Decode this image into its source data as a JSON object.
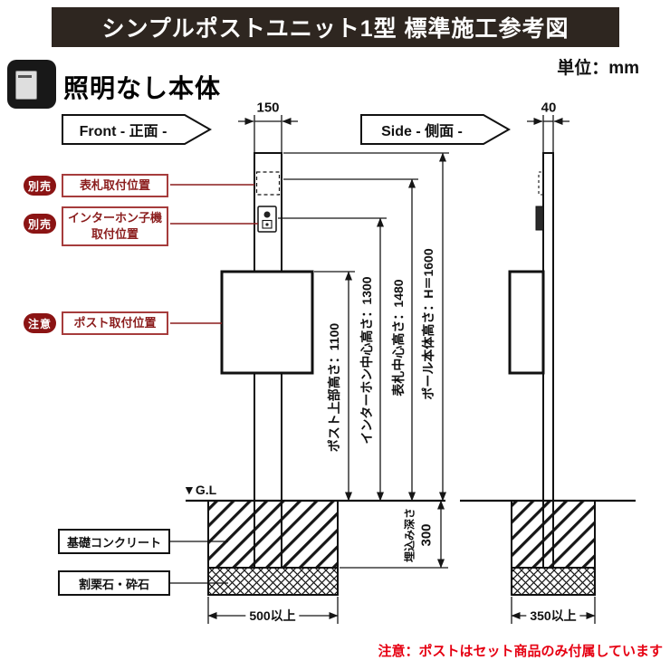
{
  "header": {
    "title": "シンプルポストユニット1型 標準施工参考図"
  },
  "unit_label": "単位：mm",
  "section_title": "照明なし本体",
  "views": {
    "front": {
      "label": "Front - 正面 -"
    },
    "side": {
      "label": "Side - 側面 -"
    }
  },
  "callouts": {
    "nameplate": {
      "badge": "別売",
      "text": "表札取付位置"
    },
    "intercom": {
      "badge": "別売",
      "text": "インターホン子機取付位置"
    },
    "post": {
      "badge": "注意",
      "text": "ポスト取付位置"
    }
  },
  "materials": {
    "foundation": "基礎コンクリート",
    "gravel": "割栗石・砕石"
  },
  "gl_label": "▼G.L",
  "dims": {
    "front_width": "150",
    "side_width": "40",
    "post_top": "ポスト上部高さ：1100",
    "intercom_center": "インターホン中心高さ：1300",
    "nameplate_center": "表札中心高さ：1480",
    "pole_height": "ポール本体高さ：H＝1600",
    "embed_label": "埋込み深さ",
    "embed_value": "300",
    "base_front": "500以上",
    "base_side": "350以上"
  },
  "note": "注意：ポストはセット商品のみ付属しています",
  "colors": {
    "header_bg": "#2e2620",
    "callout_red": "#8b1d1d",
    "badge_red": "#8b1414",
    "note_red": "#e60012",
    "line_black": "#161616"
  }
}
